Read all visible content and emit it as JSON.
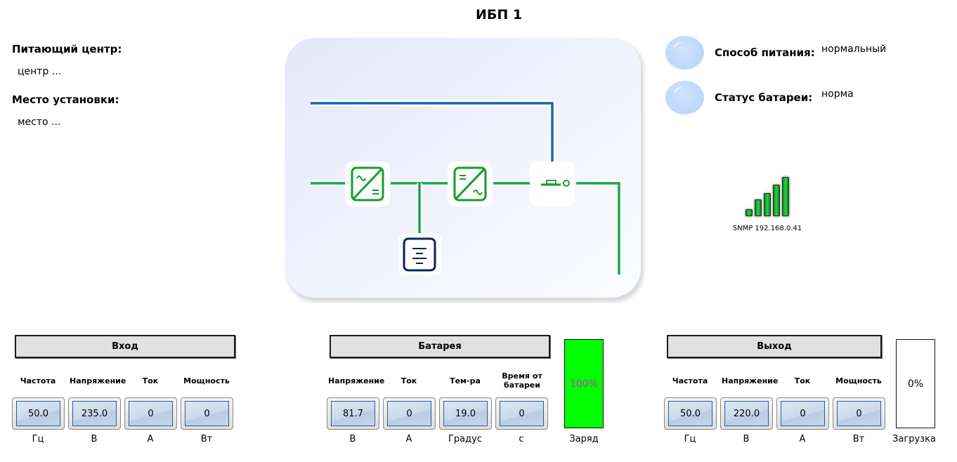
{
  "title": "ИБП 1",
  "info": {
    "supply_center_label": "Питающий центр:",
    "supply_center_value": "центр ...",
    "location_label": "Место установки:",
    "location_value": "место ..."
  },
  "status": {
    "power_mode_label": "Способ питания:",
    "power_mode_value": "нормальный",
    "battery_status_label": "Статус батареи:",
    "battery_status_value": "норма"
  },
  "snmp": {
    "label": "SNMP 192.168.0.41",
    "signal_bars": 5,
    "color": "#1fbf36"
  },
  "diagram": {
    "colors": {
      "green": "#1aa64a",
      "blue": "#1466b0",
      "battery": "#0b2559"
    },
    "icons": [
      "rectifier-ac-dc-icon",
      "inverter-dc-ac-icon",
      "bypass-switch-icon",
      "battery-icon"
    ]
  },
  "input": {
    "header": "Вход",
    "columns": [
      {
        "label": "Частота",
        "value": "50.0",
        "unit": "Гц"
      },
      {
        "label": "Напряжение",
        "value": "235.0",
        "unit": "В"
      },
      {
        "label": "Ток",
        "value": "0",
        "unit": "А"
      },
      {
        "label": "Мощность",
        "value": "0",
        "unit": "Вт"
      }
    ]
  },
  "battery": {
    "header": "Батарея",
    "columns": [
      {
        "label": "Напряжение",
        "value": "81.7",
        "unit": "В"
      },
      {
        "label": "Ток",
        "value": "0",
        "unit": "А"
      },
      {
        "label": "Тем-ра",
        "value": "19.0",
        "unit": "Градус"
      },
      {
        "label": "Время от батареи",
        "value": "0",
        "unit": "с"
      }
    ],
    "charge": {
      "text": "100%",
      "percent": 100,
      "caption": "Заряд",
      "fill_color": "#00ff00",
      "text_color": "#cc33cc"
    }
  },
  "output": {
    "header": "Выход",
    "columns": [
      {
        "label": "Частота",
        "value": "50.0",
        "unit": "Гц"
      },
      {
        "label": "Напряжение",
        "value": "220.0",
        "unit": "В"
      },
      {
        "label": "Ток",
        "value": "0",
        "unit": "А"
      },
      {
        "label": "Мощность",
        "value": "0",
        "unit": "Вт"
      }
    ],
    "load": {
      "text": "0%",
      "percent": 0,
      "caption": "Загрузка",
      "fill_color": "#00ff00",
      "text_color": "#000000"
    }
  }
}
